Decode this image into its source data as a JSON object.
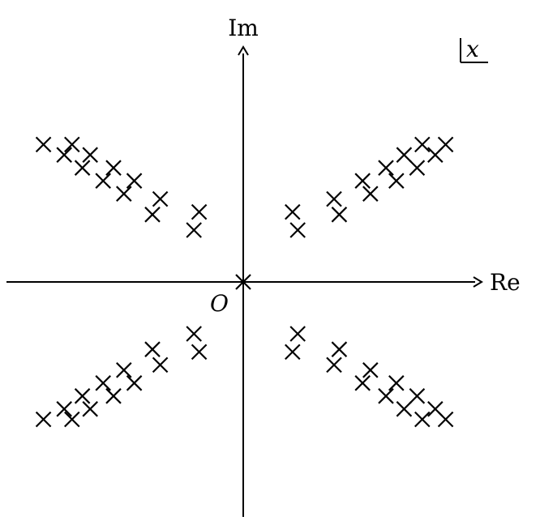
{
  "diagram": {
    "axes": {
      "horizontal_label": "Re",
      "vertical_label": "Im",
      "origin_label": "O"
    },
    "variable_box_label": "x",
    "colors": {
      "ink": "#000000",
      "background": "#ffffff"
    },
    "marker": "cross",
    "poles": [
      {
        "re": 0,
        "im": 0
      },
      {
        "re": 1.9,
        "im": 2.7
      },
      {
        "re": 2.1,
        "im": 2.0
      },
      {
        "re": 3.5,
        "im": 3.2
      },
      {
        "re": 3.7,
        "im": 2.6
      },
      {
        "re": 4.6,
        "im": 3.9
      },
      {
        "re": 4.9,
        "im": 3.4
      },
      {
        "re": 5.5,
        "im": 4.4
      },
      {
        "re": 5.9,
        "im": 3.9
      },
      {
        "re": 6.2,
        "im": 4.9
      },
      {
        "re": 6.7,
        "im": 4.4
      },
      {
        "re": 6.9,
        "im": 5.3
      },
      {
        "re": 7.4,
        "im": 4.9
      },
      {
        "re": 7.8,
        "im": 5.3
      },
      {
        "re": -1.9,
        "im": 2.0
      },
      {
        "re": -1.7,
        "im": 2.7
      },
      {
        "re": -3.5,
        "im": 2.6
      },
      {
        "re": -3.2,
        "im": 3.2
      },
      {
        "re": -4.6,
        "im": 3.4
      },
      {
        "re": -4.2,
        "im": 3.9
      },
      {
        "re": -5.4,
        "im": 3.9
      },
      {
        "re": -5.0,
        "im": 4.4
      },
      {
        "re": -6.2,
        "im": 4.4
      },
      {
        "re": -5.9,
        "im": 4.9
      },
      {
        "re": -6.9,
        "im": 4.9
      },
      {
        "re": -6.6,
        "im": 5.3
      },
      {
        "re": -7.7,
        "im": 5.3
      },
      {
        "re": -1.9,
        "im": -2.0
      },
      {
        "re": -1.7,
        "im": -2.7
      },
      {
        "re": -3.5,
        "im": -2.6
      },
      {
        "re": -3.2,
        "im": -3.2
      },
      {
        "re": -4.6,
        "im": -3.4
      },
      {
        "re": -4.2,
        "im": -3.9
      },
      {
        "re": -5.4,
        "im": -3.9
      },
      {
        "re": -5.0,
        "im": -4.4
      },
      {
        "re": -6.2,
        "im": -4.4
      },
      {
        "re": -5.9,
        "im": -4.9
      },
      {
        "re": -6.9,
        "im": -4.9
      },
      {
        "re": -6.6,
        "im": -5.3
      },
      {
        "re": -7.7,
        "im": -5.3
      },
      {
        "re": 1.9,
        "im": -2.7
      },
      {
        "re": 2.1,
        "im": -2.0
      },
      {
        "re": 3.5,
        "im": -3.2
      },
      {
        "re": 3.7,
        "im": -2.6
      },
      {
        "re": 4.6,
        "im": -3.9
      },
      {
        "re": 4.9,
        "im": -3.4
      },
      {
        "re": 5.5,
        "im": -4.4
      },
      {
        "re": 5.9,
        "im": -3.9
      },
      {
        "re": 6.2,
        "im": -4.9
      },
      {
        "re": 6.7,
        "im": -4.4
      },
      {
        "re": 6.9,
        "im": -5.3
      },
      {
        "re": 7.4,
        "im": -4.9
      },
      {
        "re": 7.8,
        "im": -5.3
      }
    ]
  }
}
